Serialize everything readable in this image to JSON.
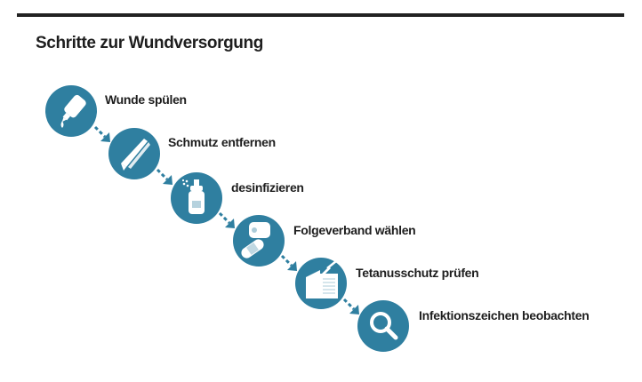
{
  "title": "Schritte zur Wundversorgung",
  "colors": {
    "circle": "#2f7fa0",
    "icon": "#ffffff",
    "text": "#1e1e1e",
    "rule": "#222222"
  },
  "steps": [
    {
      "label": "Wunde spülen",
      "icon": "rinse-bottle-icon"
    },
    {
      "label": "Schmutz entfernen",
      "icon": "tweezers-icon"
    },
    {
      "label": "desinfizieren",
      "icon": "spray-bottle-icon"
    },
    {
      "label": "Folgeverband wählen",
      "icon": "bandage-icon"
    },
    {
      "label": "Tetanusschutz prüfen",
      "icon": "vaccination-card-icon"
    },
    {
      "label": "Infektionszeichen beobachten",
      "icon": "magnifier-icon"
    }
  ]
}
